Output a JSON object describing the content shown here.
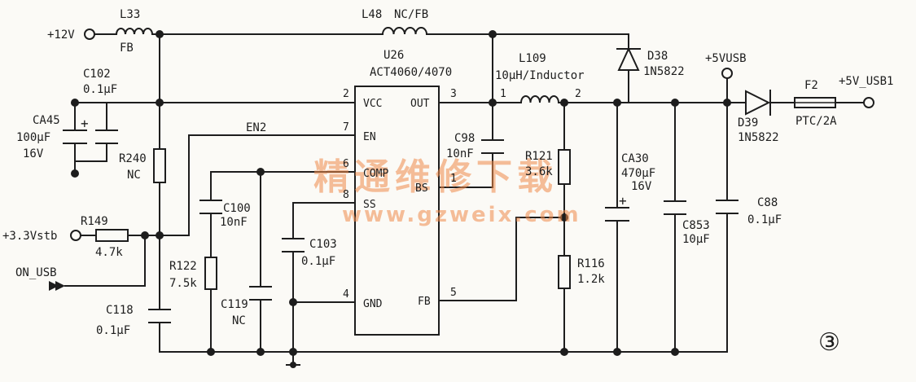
{
  "nets": {
    "plus12v": "+12V",
    "plus5vusb": "+5VUSB",
    "plus5v_usb1": "+5V_USB1",
    "plus3v3stb": "+3.3Vstb",
    "on_usb": "ON_USB",
    "en2": "EN2"
  },
  "ic": {
    "ref": "U26",
    "part": "ACT4060/4070",
    "pins": {
      "vcc": "VCC",
      "vcc_num": "2",
      "en": "EN",
      "en_num": "7",
      "comp": "COMP",
      "comp_num": "6",
      "ss": "SS",
      "ss_num": "8",
      "gnd": "GND",
      "gnd_num": "4",
      "out": "OUT",
      "out_num": "3",
      "bs": "BS",
      "bs_num": "1",
      "fb": "FB",
      "fb_num": "5"
    }
  },
  "components": {
    "l33": {
      "ref": "L33",
      "value": "FB"
    },
    "l48": {
      "ref": "L48",
      "value": "NC/FB"
    },
    "l109": {
      "ref": "L109",
      "value": "10μH/Inductor",
      "pin1": "1",
      "pin2": "2"
    },
    "d38": {
      "ref": "D38",
      "value": "1N5822"
    },
    "d39": {
      "ref": "D39",
      "value": "1N5822"
    },
    "f2": {
      "ref": "F2",
      "value": "PTC/2A"
    },
    "c102": {
      "ref": "C102",
      "value": "0.1μF"
    },
    "ca45": {
      "ref": "CA45",
      "value": "100μF",
      "voltage": "16V"
    },
    "r240": {
      "ref": "R240",
      "value": "NC"
    },
    "r149": {
      "ref": "R149",
      "value": "4.7k"
    },
    "c100": {
      "ref": "C100",
      "value": "10nF"
    },
    "r122": {
      "ref": "R122",
      "value": "7.5k"
    },
    "c119": {
      "ref": "C119",
      "value": "NC"
    },
    "c103": {
      "ref": "C103",
      "value": "0.1μF"
    },
    "c118": {
      "ref": "C118",
      "value": "0.1μF"
    },
    "c98": {
      "ref": "C98",
      "value": "10nF"
    },
    "r121": {
      "ref": "R121",
      "value": "3.6k"
    },
    "r116": {
      "ref": "R116",
      "value": "1.2k"
    },
    "ca30": {
      "ref": "CA30",
      "value": "470μF",
      "voltage": "16V"
    },
    "c853": {
      "ref": "C853",
      "value": "10μF"
    },
    "c88": {
      "ref": "C88",
      "value": "0.1μF"
    }
  },
  "watermark": {
    "line1": "精通维修下载",
    "line2": "www.gzweix.com"
  },
  "figure_number": "③"
}
